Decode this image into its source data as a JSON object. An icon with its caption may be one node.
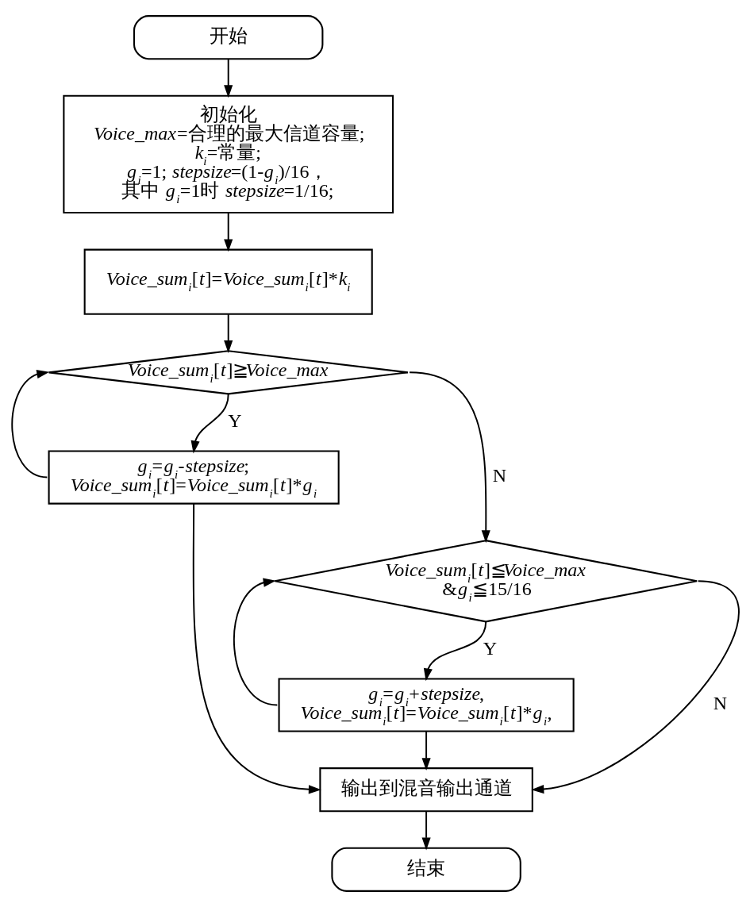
{
  "diagram": {
    "nodes": [
      {
        "text": [
          "开始"
        ]
      },
      {
        "text": [
          "初始化",
          "Voice_max=合理的最大信道容量;",
          "k$_{i}$=常量;",
          "g$_{i}$=1; stepsize=(1-g$_{i}$)/16，",
          "其中 g$_{i}$=1时 stepsize=1/16;"
        ]
      },
      {
        "text": [
          "Voice_sum$_{i}$[t]=Voice_sum$_{i}$[t]*k$_{i}$"
        ]
      },
      {
        "text": [
          "Voice_sum$_{i}$[t]≧Voice_max"
        ]
      },
      {
        "text": [
          "g$_{i}$=g$_{i}$-stepsize;",
          "Voice_sum$_{i}$[t]=Voice_sum$_{i}$[t]*g$_{i}$"
        ]
      },
      {
        "text": [
          "Voice_sum$_{i}$[t]≦Voice_max &g$_{i}$≦15/16"
        ]
      },
      {
        "text": [
          "g$_{i}$=g$_{i}$+stepsize,",
          "Voice_sum$_{i}$[t]=Voice_sum$_{i}$[t]*g$_{i}$,"
        ]
      },
      {
        "text": [
          "输出到混音输出通道"
        ]
      },
      {
        "text": [
          "结束"
        ]
      }
    ],
    "edges": [
      {
        "from": 0,
        "to": 1,
        "arrow": "to"
      },
      {
        "from": 1,
        "to": 2,
        "arrow": "to"
      },
      {
        "from": 2,
        "to": 3,
        "arrow": "to"
      },
      {
        "from": 3,
        "to": 4,
        "arrow": "to",
        "label": "Y"
      },
      {
        "from": 4,
        "to": 3,
        "arrow": "to"
      },
      {
        "from": 3,
        "to": 5,
        "arrow": "to",
        "label": "N"
      },
      {
        "from": 5,
        "to": 6,
        "arrow": "to",
        "label": "Y"
      },
      {
        "from": 6,
        "to": 5,
        "arrow": "to"
      },
      {
        "from": 4,
        "to": 7,
        "arrow": "to"
      },
      {
        "from": 6,
        "to": 7,
        "arrow": "to"
      },
      {
        "from": 5,
        "to": 7,
        "arrow": "to",
        "label": "N"
      },
      {
        "from": 7,
        "to": 8,
        "arrow": "to"
      }
    ]
  }
}
